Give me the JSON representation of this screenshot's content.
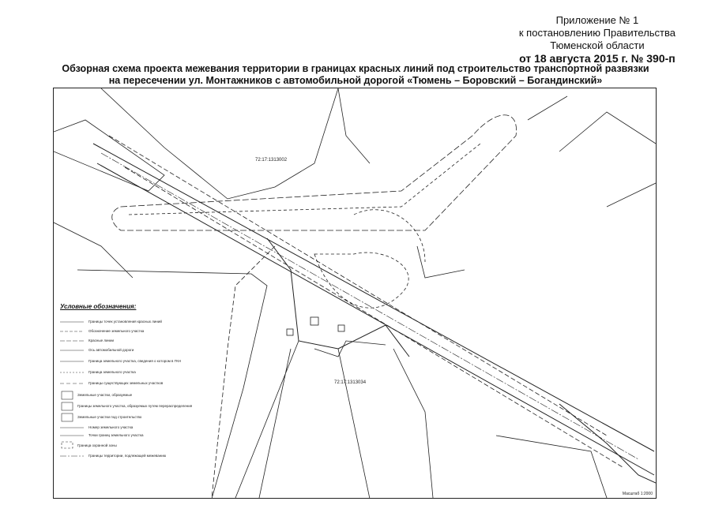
{
  "header": {
    "line1": "Приложение № 1",
    "line2": "к постановлению Правительства",
    "line3": "Тюменской области",
    "line4": "от 18 августа 2015 г.  № 390-п"
  },
  "title": {
    "line1": "Обзорная схема проекта межевания территории в границах красных линий под строительство транспортной развязки",
    "line2": "на пересечении ул. Монтажников с автомобильной дорогой «Тюмень – Боровский – Богандинский»"
  },
  "map": {
    "plot_labels": [
      "72:17:1313002",
      "72:17:1313034"
    ],
    "scale": "Масштаб 1:2000"
  },
  "legend": {
    "title": "Условные обозначения:",
    "items": [
      "Границы точек установления красных линий",
      "Обозначение земельного участка",
      "Красные линии",
      "Ось автомобильной дороги",
      "Граница земельного участка, сведения о котором в ГКН",
      "Граница земельного участка",
      "Границы существующих земельных участков",
      "Земельные участки, образуемые",
      "Границы земельного участка, образуемых путем перераспределения",
      "Земельные участки под строительство",
      "Номер земельного участка",
      "Точки границ земельного участка",
      "Граница охранной зоны",
      "Границы территории, подлежащей межеванию"
    ]
  }
}
